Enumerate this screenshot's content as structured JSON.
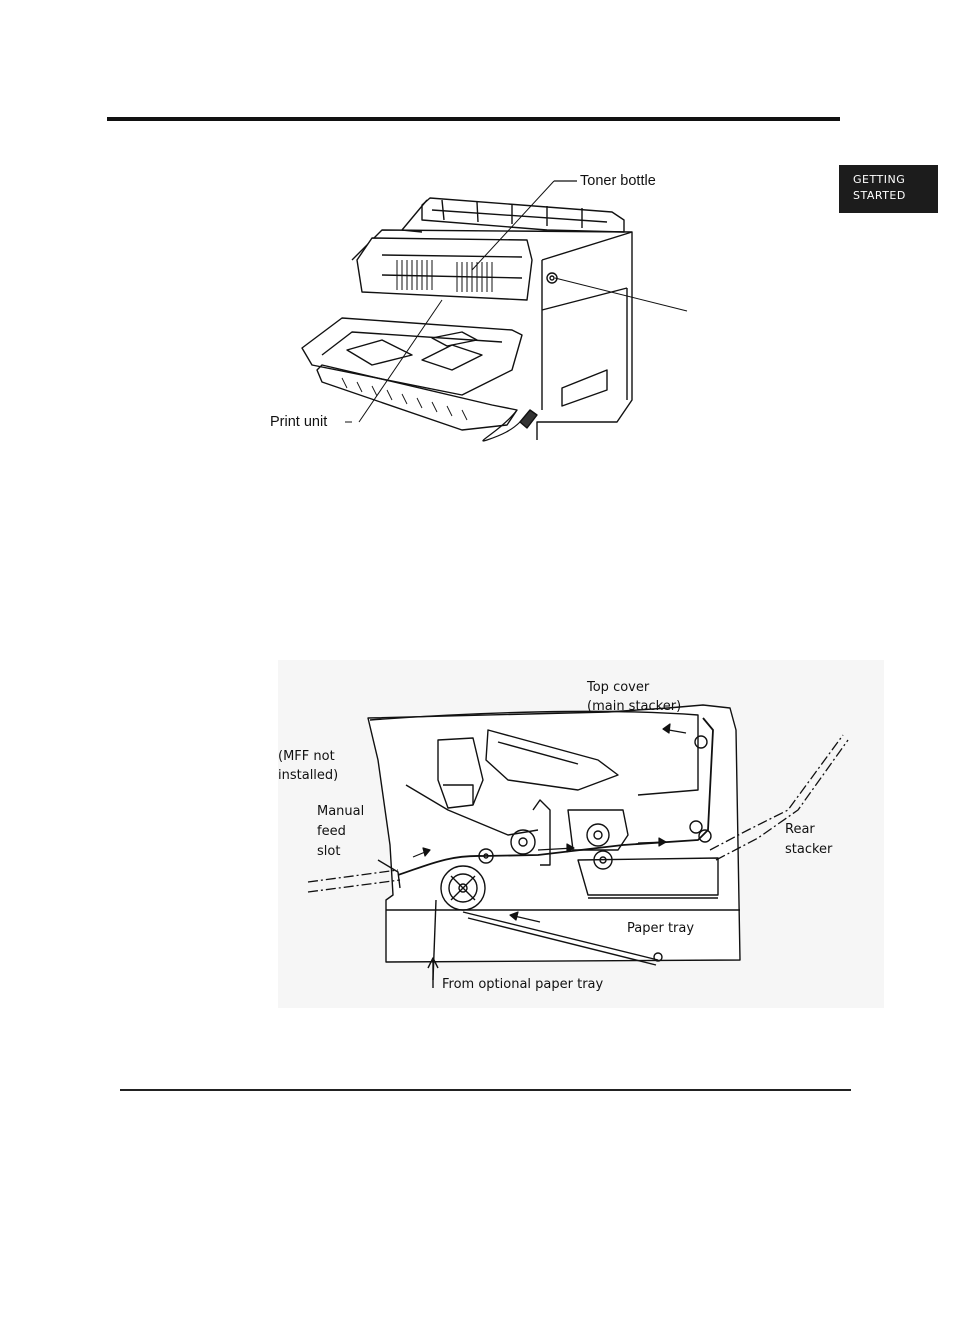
{
  "section_tab": {
    "line1": "GETTING",
    "line2": "STARTED"
  },
  "figure1": {
    "labels": {
      "toner_bottle": "Toner bottle",
      "print_unit": "Print unit"
    }
  },
  "figure2": {
    "labels": {
      "top_cover_1": "Top cover",
      "top_cover_2": "(main stacker)",
      "mff_1": "(MFF not",
      "mff_2": "installed)",
      "manual_1": "Manual",
      "manual_2": "feed",
      "manual_3": "slot",
      "rear_1": "Rear",
      "rear_2": "stacker",
      "paper_tray": "Paper tray",
      "optional_tray": "From optional paper tray"
    }
  }
}
